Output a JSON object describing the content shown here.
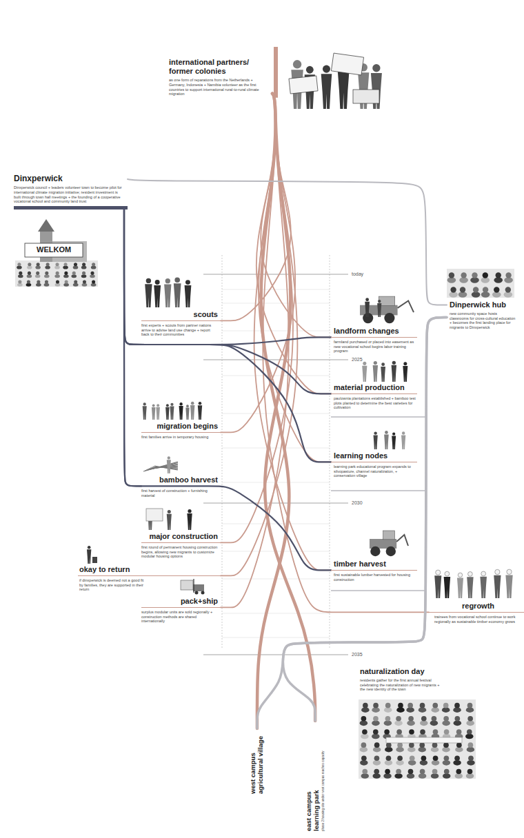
{
  "diagram": {
    "nodes": [
      {
        "text": [
          "international partners/ former colonies",
          "as one form of reparations from the Netherlands + Germany, Indonesia + Namibia volunteer as the first countries to support international rural-to-rural climate migration"
        ]
      },
      {
        "text": [
          "Dinxperwick",
          "Dinxperwick council + leaders volunteer town to become pilot for international climate migration initiative; resident investment is built through town hall meetings + the founding of a cooperative vocational school and community land trust"
        ]
      },
      {
        "text": [
          "scouts",
          "first experts + scouts from partner nations arrive to advise land use change + report back to their communities"
        ]
      },
      {
        "text": [
          "Dinperwick hub",
          "new community space hosts classrooms for cross-cultural education + becomes the first landing place for migrants to Dinxperwick"
        ]
      },
      {
        "text": [
          "landform changes",
          "farmland purchased or placed into easement as new vocational school begins labor training program"
        ]
      },
      {
        "text": [
          "material production",
          "paulownia plantations established + bamboo test plots planted to determine the best varieties for cultivation"
        ]
      },
      {
        "text": [
          "migration begins",
          "first families arrive in temporary housing"
        ]
      },
      {
        "text": [
          "learning nodes",
          "learning park educational program expands to silvopasture, channel naturalization, + conservation village"
        ]
      },
      {
        "text": [
          "bamboo harvest",
          "first harvest of construction + furnishing material"
        ]
      },
      {
        "text": [
          "major construction",
          "first round of permanent housing construction begins, allowing new migrants to customize modular housing options"
        ]
      },
      {
        "text": [
          "timber harvest",
          "first sustainable lumber harvested for housing construction"
        ]
      },
      {
        "text": [
          "okay to return",
          "if dinxperwick is deemed not a good fit by families, they are supported in their return"
        ]
      },
      {
        "text": [
          "pack+ship",
          "surplus modular units are sold regionally + construction methods are shared internationally"
        ]
      },
      {
        "text": [
          "regrowth",
          "trainees from vocational school continue to work regionally as sustainable timber economy grows"
        ]
      },
      {
        "text": [
          "naturalization day",
          "residents gather for the first annual festival celebrating the naturalization of new migrants + the new identity of the town"
        ]
      },
      {
        "text": [
          "west campus agricultural village"
        ]
      },
      {
        "text": [
          "east campus learning park",
          "phase 2 housing site under west campus reaches capacity"
        ]
      }
    ],
    "edges": [
      {
        "from": 0,
        "to": 2,
        "arrow": "none"
      },
      {
        "from": 0,
        "to": 4,
        "arrow": "none"
      },
      {
        "from": 0,
        "to": 5,
        "arrow": "none"
      },
      {
        "from": 0,
        "to": 6,
        "arrow": "none"
      },
      {
        "from": 0,
        "to": 7,
        "arrow": "none"
      },
      {
        "from": 0,
        "to": 9,
        "arrow": "none"
      },
      {
        "from": 0,
        "to": 10,
        "arrow": "none"
      },
      {
        "from": 0,
        "to": 11,
        "arrow": "none"
      },
      {
        "from": 0,
        "to": 12,
        "arrow": "none"
      },
      {
        "from": 0,
        "to": 13,
        "arrow": "none"
      },
      {
        "from": 0,
        "to": 15,
        "arrow": "none"
      },
      {
        "from": 0,
        "to": 16,
        "arrow": "none"
      },
      {
        "from": 1,
        "to": 3,
        "arrow": "none"
      },
      {
        "from": 1,
        "to": 4,
        "arrow": "none"
      },
      {
        "from": 1,
        "to": 5,
        "arrow": "none"
      },
      {
        "from": 1,
        "to": 7,
        "arrow": "none"
      },
      {
        "from": 1,
        "to": 8,
        "arrow": "none"
      },
      {
        "from": 1,
        "to": 10,
        "arrow": "none"
      },
      {
        "from": 3,
        "to": 15,
        "arrow": "none"
      },
      {
        "from": 3,
        "to": 16,
        "arrow": "none"
      }
    ],
    "labels": [
      "today",
      "2025",
      "2030",
      "2035",
      "WELKOM"
    ]
  }
}
